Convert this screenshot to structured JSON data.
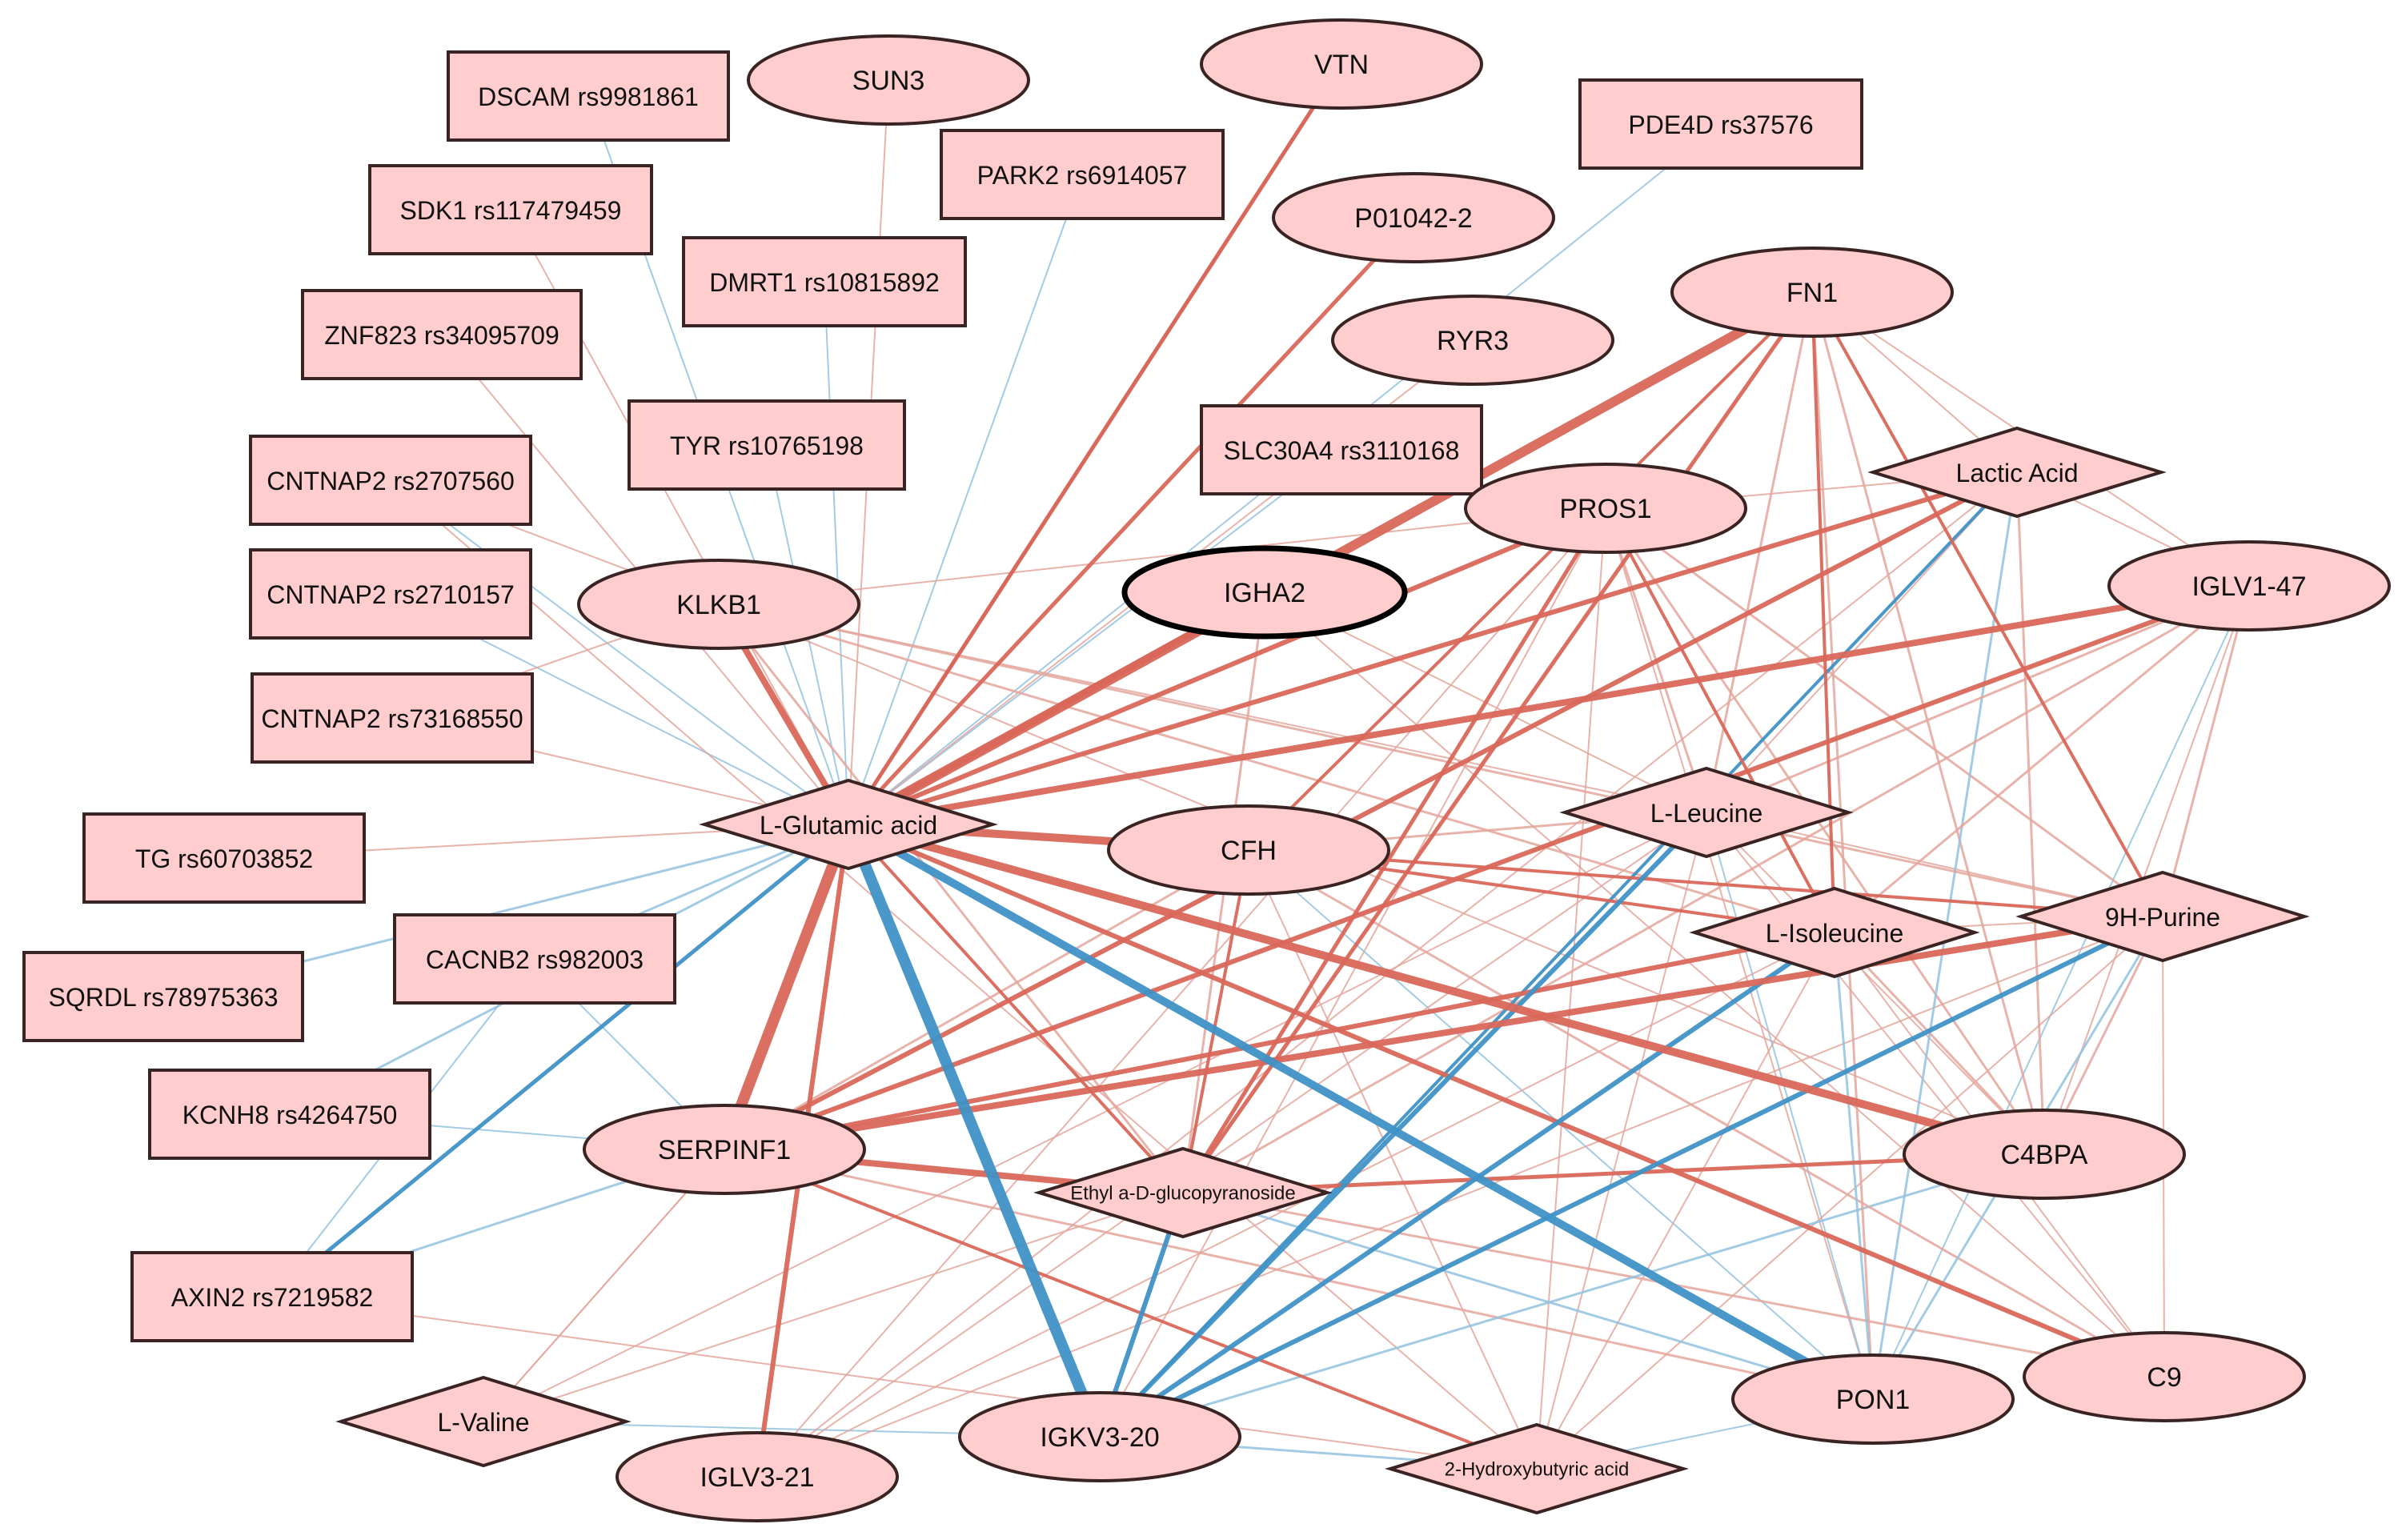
{
  "colors": {
    "positive": "#d9675a",
    "positive_light": "#e3a69c",
    "negative": "#3f92c6",
    "negative_light": "#93c2de",
    "node_fill": "#ffcdcd",
    "node_stroke": "#3a2323"
  },
  "nodes": [
    {
      "id": "dscam",
      "label": "DSCAM rs9981861",
      "shape": "rect"
    },
    {
      "id": "sun3",
      "label": "SUN3",
      "shape": "ellipse"
    },
    {
      "id": "vtn",
      "label": "VTN",
      "shape": "ellipse"
    },
    {
      "id": "pde4d",
      "label": "PDE4D rs37576",
      "shape": "rect"
    },
    {
      "id": "park2",
      "label": "PARK2 rs6914057",
      "shape": "rect"
    },
    {
      "id": "sdk1",
      "label": "SDK1 rs117479459",
      "shape": "rect"
    },
    {
      "id": "p01042",
      "label": "P01042-2",
      "shape": "ellipse"
    },
    {
      "id": "dmrt1",
      "label": "DMRT1 rs10815892",
      "shape": "rect"
    },
    {
      "id": "fn1",
      "label": "FN1",
      "shape": "ellipse"
    },
    {
      "id": "ryr3",
      "label": "RYR3",
      "shape": "ellipse"
    },
    {
      "id": "znf823",
      "label": "ZNF823 rs34095709",
      "shape": "rect"
    },
    {
      "id": "tyr",
      "label": "TYR rs10765198",
      "shape": "rect"
    },
    {
      "id": "slc30a4",
      "label": "SLC30A4 rs3110168",
      "shape": "rect"
    },
    {
      "id": "lactic",
      "label": "Lactic Acid",
      "shape": "diamond"
    },
    {
      "id": "cntnap2a",
      "label": "CNTNAP2 rs2707560",
      "shape": "rect"
    },
    {
      "id": "pros1",
      "label": "PROS1",
      "shape": "ellipse"
    },
    {
      "id": "cntnap2b",
      "label": "CNTNAP2 rs2710157",
      "shape": "rect"
    },
    {
      "id": "klkb1",
      "label": "KLKB1",
      "shape": "ellipse"
    },
    {
      "id": "igha2",
      "label": "IGHA2",
      "shape": "ellipse",
      "selected": true
    },
    {
      "id": "iglv147",
      "label": "IGLV1-47",
      "shape": "ellipse"
    },
    {
      "id": "cntnap2c",
      "label": "CNTNAP2 rs73168550",
      "shape": "rect"
    },
    {
      "id": "lglu",
      "label": "L-Glutamic acid",
      "shape": "diamond"
    },
    {
      "id": "lleu",
      "label": "L-Leucine",
      "shape": "diamond"
    },
    {
      "id": "tg",
      "label": "TG rs60703852",
      "shape": "rect"
    },
    {
      "id": "cfh",
      "label": "CFH",
      "shape": "ellipse"
    },
    {
      "id": "lile",
      "label": "L-Isoleucine",
      "shape": "diamond"
    },
    {
      "id": "purine",
      "label": "9H-Purine",
      "shape": "diamond"
    },
    {
      "id": "cacnb2",
      "label": "CACNB2 rs982003",
      "shape": "rect"
    },
    {
      "id": "sqrdl",
      "label": "SQRDL rs78975363",
      "shape": "rect"
    },
    {
      "id": "kcnh8",
      "label": "KCNH8 rs4264750",
      "shape": "rect"
    },
    {
      "id": "serpinf1",
      "label": "SERPINF1",
      "shape": "ellipse"
    },
    {
      "id": "c4bpa",
      "label": "C4BPA",
      "shape": "ellipse"
    },
    {
      "id": "ethyl",
      "label": "Ethyl a-D-glucopyranoside",
      "shape": "diamond"
    },
    {
      "id": "axin2",
      "label": "AXIN2 rs7219582",
      "shape": "rect"
    },
    {
      "id": "c9",
      "label": "C9",
      "shape": "ellipse"
    },
    {
      "id": "pon1",
      "label": "PON1",
      "shape": "ellipse"
    },
    {
      "id": "lval",
      "label": "L-Valine",
      "shape": "diamond"
    },
    {
      "id": "igkv320",
      "label": "IGKV3-20",
      "shape": "ellipse"
    },
    {
      "id": "iglv321",
      "label": "IGLV3-21",
      "shape": "ellipse"
    },
    {
      "id": "hydroxy",
      "label": "2-Hydroxybutyric acid",
      "shape": "diamond"
    }
  ],
  "edges": [
    {
      "s": "lglu",
      "t": "fn1",
      "sign": "pos",
      "w": 12
    },
    {
      "s": "lglu",
      "t": "serpinf1",
      "sign": "pos",
      "w": 14
    },
    {
      "s": "lglu",
      "t": "igkv320",
      "sign": "neg",
      "w": 14
    },
    {
      "s": "lglu",
      "t": "pon1",
      "sign": "neg",
      "w": 10
    },
    {
      "s": "lglu",
      "t": "c4bpa",
      "sign": "pos",
      "w": 10
    },
    {
      "s": "lglu",
      "t": "cfh",
      "sign": "pos",
      "w": 10
    },
    {
      "s": "lglu",
      "t": "iglv147",
      "sign": "pos",
      "w": 8
    },
    {
      "s": "lglu",
      "t": "igha2",
      "sign": "pos",
      "w": 8
    },
    {
      "s": "lglu",
      "t": "pros1",
      "sign": "pos",
      "w": 6
    },
    {
      "s": "lglu",
      "t": "klkb1",
      "sign": "pos",
      "w": 8
    },
    {
      "s": "lglu",
      "t": "p01042",
      "sign": "pos",
      "w": 5
    },
    {
      "s": "lglu",
      "t": "vtn",
      "sign": "pos",
      "w": 5
    },
    {
      "s": "lglu",
      "t": "lactic",
      "sign": "pos",
      "w": 6
    },
    {
      "s": "lglu",
      "t": "c9",
      "sign": "pos",
      "w": 6
    },
    {
      "s": "lglu",
      "t": "ethyl",
      "sign": "pos",
      "w": 4
    },
    {
      "s": "lglu",
      "t": "iglv321",
      "sign": "pos",
      "w": 6
    },
    {
      "s": "lglu",
      "t": "axin2",
      "sign": "neg",
      "w": 5
    },
    {
      "s": "lglu",
      "t": "sqrdl",
      "sign": "neg",
      "w": 3
    },
    {
      "s": "lglu",
      "t": "kcnh8",
      "sign": "neg",
      "w": 3
    },
    {
      "s": "lglu",
      "t": "cacnb2",
      "sign": "neg",
      "w": 3
    },
    {
      "s": "lglu",
      "t": "park2",
      "sign": "neg",
      "w": 2
    },
    {
      "s": "lglu",
      "t": "tg",
      "sign": "pos",
      "w": 2
    },
    {
      "s": "lglu",
      "t": "cntnap2c",
      "sign": "pos",
      "w": 2
    },
    {
      "s": "lglu",
      "t": "cntnap2b",
      "sign": "neg",
      "w": 2
    },
    {
      "s": "lglu",
      "t": "cntnap2a",
      "sign": "neg",
      "w": 2
    },
    {
      "s": "lglu",
      "t": "znf823",
      "sign": "pos",
      "w": 2
    },
    {
      "s": "lglu",
      "t": "sdk1",
      "sign": "pos",
      "w": 2
    },
    {
      "s": "lglu",
      "t": "dscam",
      "sign": "neg",
      "w": 2
    },
    {
      "s": "lglu",
      "t": "sun3",
      "sign": "pos",
      "w": 2
    },
    {
      "s": "lglu",
      "t": "dmrt1",
      "sign": "neg",
      "w": 2
    },
    {
      "s": "lglu",
      "t": "tyr",
      "sign": "neg",
      "w": 2
    },
    {
      "s": "lglu",
      "t": "slc30a4",
      "sign": "neg",
      "w": 2
    },
    {
      "s": "serpinf1",
      "t": "purine",
      "sign": "pos",
      "w": 8
    },
    {
      "s": "serpinf1",
      "t": "lile",
      "sign": "pos",
      "w": 6
    },
    {
      "s": "serpinf1",
      "t": "ethyl",
      "sign": "pos",
      "w": 8
    },
    {
      "s": "serpinf1",
      "t": "lactic",
      "sign": "pos",
      "w": 6
    },
    {
      "s": "serpinf1",
      "t": "iglv147",
      "sign": "pos",
      "w": 6
    },
    {
      "s": "serpinf1",
      "t": "hydroxy",
      "sign": "pos",
      "w": 4
    },
    {
      "s": "serpinf1",
      "t": "lval",
      "sign": "pos",
      "w": 2
    },
    {
      "s": "serpinf1",
      "t": "axin2",
      "sign": "neg",
      "w": 3
    },
    {
      "s": "serpinf1",
      "t": "pon1",
      "sign": "pos",
      "w": 3
    },
    {
      "s": "serpinf1",
      "t": "cfh",
      "sign": "pos",
      "w": 3
    },
    {
      "s": "serpinf1",
      "t": "cacnb2",
      "sign": "neg",
      "w": 2
    },
    {
      "s": "serpinf1",
      "t": "kcnh8",
      "sign": "neg",
      "w": 2
    },
    {
      "s": "ethyl",
      "t": "pros1",
      "sign": "pos",
      "w": 5
    },
    {
      "s": "ethyl",
      "t": "c4bpa",
      "sign": "pos",
      "w": 5
    },
    {
      "s": "ethyl",
      "t": "cfh",
      "sign": "pos",
      "w": 4
    },
    {
      "s": "ethyl",
      "t": "igha2",
      "sign": "pos",
      "w": 3
    },
    {
      "s": "ethyl",
      "t": "klkb1",
      "sign": "pos",
      "w": 3
    },
    {
      "s": "ethyl",
      "t": "igkv320",
      "sign": "neg",
      "w": 6
    },
    {
      "s": "ethyl",
      "t": "pon1",
      "sign": "neg",
      "w": 3
    },
    {
      "s": "ethyl",
      "t": "fn1",
      "sign": "pos",
      "w": 5
    },
    {
      "s": "ethyl",
      "t": "c9",
      "sign": "pos",
      "w": 3
    },
    {
      "s": "igkv320",
      "t": "lleu",
      "sign": "neg",
      "w": 6
    },
    {
      "s": "igkv320",
      "t": "lile",
      "sign": "neg",
      "w": 6
    },
    {
      "s": "igkv320",
      "t": "purine",
      "sign": "neg",
      "w": 6
    },
    {
      "s": "igkv320",
      "t": "lactic",
      "sign": "neg",
      "w": 4
    },
    {
      "s": "igkv320",
      "t": "hydroxy",
      "sign": "neg",
      "w": 3
    },
    {
      "s": "igkv320",
      "t": "c4bpa",
      "sign": "neg",
      "w": 3
    },
    {
      "s": "igkv320",
      "t": "pros1",
      "sign": "pos",
      "w": 2
    },
    {
      "s": "igkv320",
      "t": "lval",
      "sign": "neg",
      "w": 2
    },
    {
      "s": "fn1",
      "t": "purine",
      "sign": "pos",
      "w": 4
    },
    {
      "s": "fn1",
      "t": "lile",
      "sign": "pos",
      "w": 4
    },
    {
      "s": "fn1",
      "t": "lleu",
      "sign": "pos",
      "w": 3
    },
    {
      "s": "fn1",
      "t": "c4bpa",
      "sign": "pos",
      "w": 3
    },
    {
      "s": "fn1",
      "t": "pon1",
      "sign": "pos",
      "w": 3
    },
    {
      "s": "fn1",
      "t": "cfh",
      "sign": "pos",
      "w": 4
    },
    {
      "s": "fn1",
      "t": "lactic",
      "sign": "pos",
      "w": 2
    },
    {
      "s": "pros1",
      "t": "lile",
      "sign": "pos",
      "w": 4
    },
    {
      "s": "pros1",
      "t": "purine",
      "sign": "pos",
      "w": 3
    },
    {
      "s": "pros1",
      "t": "c4bpa",
      "sign": "pos",
      "w": 3
    },
    {
      "s": "pros1",
      "t": "lleu",
      "sign": "pos",
      "w": 3
    },
    {
      "s": "pros1",
      "t": "pon1",
      "sign": "pos",
      "w": 2
    },
    {
      "s": "pros1",
      "t": "klkb1",
      "sign": "pos",
      "w": 2
    },
    {
      "s": "pros1",
      "t": "hydroxy",
      "sign": "pos",
      "w": 2
    },
    {
      "s": "pros1",
      "t": "iglv321",
      "sign": "pos",
      "w": 2
    },
    {
      "s": "lactic",
      "t": "pon1",
      "sign": "neg",
      "w": 3
    },
    {
      "s": "lactic",
      "t": "c4bpa",
      "sign": "pos",
      "w": 3
    },
    {
      "s": "lactic",
      "t": "lleu",
      "sign": "pos",
      "w": 2
    },
    {
      "s": "lactic",
      "t": "iglv147",
      "sign": "pos",
      "w": 2
    },
    {
      "s": "lactic",
      "t": "pros1",
      "sign": "pos",
      "w": 2
    },
    {
      "s": "cfh",
      "t": "lile",
      "sign": "pos",
      "w": 4
    },
    {
      "s": "cfh",
      "t": "purine",
      "sign": "pos",
      "w": 4
    },
    {
      "s": "cfh",
      "t": "lleu",
      "sign": "pos",
      "w": 3
    },
    {
      "s": "cfh",
      "t": "c9",
      "sign": "pos",
      "w": 3
    },
    {
      "s": "cfh",
      "t": "pon1",
      "sign": "neg",
      "w": 2
    },
    {
      "s": "cfh",
      "t": "hydroxy",
      "sign": "pos",
      "w": 2
    },
    {
      "s": "klkb1",
      "t": "lile",
      "sign": "pos",
      "w": 3
    },
    {
      "s": "klkb1",
      "t": "purine",
      "sign": "pos",
      "w": 3
    },
    {
      "s": "klkb1",
      "t": "lleu",
      "sign": "pos",
      "w": 2
    },
    {
      "s": "klkb1",
      "t": "c4bpa",
      "sign": "pos",
      "w": 2
    },
    {
      "s": "iglv147",
      "t": "lile",
      "sign": "pos",
      "w": 3
    },
    {
      "s": "iglv147",
      "t": "lleu",
      "sign": "pos",
      "w": 3
    },
    {
      "s": "iglv147",
      "t": "purine",
      "sign": "pos",
      "w": 3
    },
    {
      "s": "iglv147",
      "t": "ethyl",
      "sign": "pos",
      "w": 3
    },
    {
      "s": "iglv147",
      "t": "pon1",
      "sign": "neg",
      "w": 2
    },
    {
      "s": "iglv147",
      "t": "c4bpa",
      "sign": "pos",
      "w": 2
    },
    {
      "s": "c4bpa",
      "t": "purine",
      "sign": "pos",
      "w": 3
    },
    {
      "s": "c4bpa",
      "t": "lile",
      "sign": "pos",
      "w": 3
    },
    {
      "s": "c4bpa",
      "t": "lleu",
      "sign": "pos",
      "w": 2
    },
    {
      "s": "pon1",
      "t": "purine",
      "sign": "neg",
      "w": 3
    },
    {
      "s": "pon1",
      "t": "lile",
      "sign": "neg",
      "w": 3
    },
    {
      "s": "pon1",
      "t": "lleu",
      "sign": "neg",
      "w": 2
    },
    {
      "s": "pon1",
      "t": "hydroxy",
      "sign": "neg",
      "w": 2
    },
    {
      "s": "c9",
      "t": "purine",
      "sign": "pos",
      "w": 2
    },
    {
      "s": "c9",
      "t": "lile",
      "sign": "pos",
      "w": 2
    },
    {
      "s": "c9",
      "t": "lleu",
      "sign": "pos",
      "w": 2
    },
    {
      "s": "hydroxy",
      "t": "lile",
      "sign": "pos",
      "w": 2
    },
    {
      "s": "hydroxy",
      "t": "lleu",
      "sign": "pos",
      "w": 2
    },
    {
      "s": "hydroxy",
      "t": "cntnap2a",
      "sign": "pos",
      "w": 2
    },
    {
      "s": "hydroxy",
      "t": "axin2",
      "sign": "pos",
      "w": 2
    },
    {
      "s": "hydroxy",
      "t": "purine",
      "sign": "pos",
      "w": 2
    },
    {
      "s": "iglv321",
      "t": "lleu",
      "sign": "pos",
      "w": 2
    },
    {
      "s": "iglv321",
      "t": "lile",
      "sign": "pos",
      "w": 2
    },
    {
      "s": "iglv321",
      "t": "lactic",
      "sign": "pos",
      "w": 2
    },
    {
      "s": "iglv321",
      "t": "purine",
      "sign": "pos",
      "w": 2
    },
    {
      "s": "lval",
      "t": "serpinf1",
      "sign": "pos",
      "w": 2
    },
    {
      "s": "lval",
      "t": "lleu",
      "sign": "pos",
      "w": 2
    },
    {
      "s": "lval",
      "t": "ethyl",
      "sign": "pos",
      "w": 2
    },
    {
      "s": "klkb1",
      "t": "cntnap2a",
      "sign": "pos",
      "w": 2
    },
    {
      "s": "klkb1",
      "t": "cntnap2c",
      "sign": "pos",
      "w": 2
    },
    {
      "s": "pde4d",
      "t": "lglu",
      "sign": "neg",
      "w": 2
    },
    {
      "s": "ryr3",
      "t": "lglu",
      "sign": "pos",
      "w": 2
    },
    {
      "s": "vtn",
      "t": "lglu",
      "sign": "pos",
      "w": 4
    },
    {
      "s": "igha2",
      "t": "lleu",
      "sign": "pos",
      "w": 2
    },
    {
      "s": "igha2",
      "t": "c9",
      "sign": "pos",
      "w": 2
    },
    {
      "s": "cacnb2",
      "t": "axin2",
      "sign": "neg",
      "w": 2
    },
    {
      "s": "lile",
      "t": "purine",
      "sign": "pos",
      "w": 2
    },
    {
      "s": "lleu",
      "t": "purine",
      "sign": "pos",
      "w": 2
    },
    {
      "s": "fn1",
      "t": "iglv147",
      "sign": "pos",
      "w": 2
    }
  ]
}
